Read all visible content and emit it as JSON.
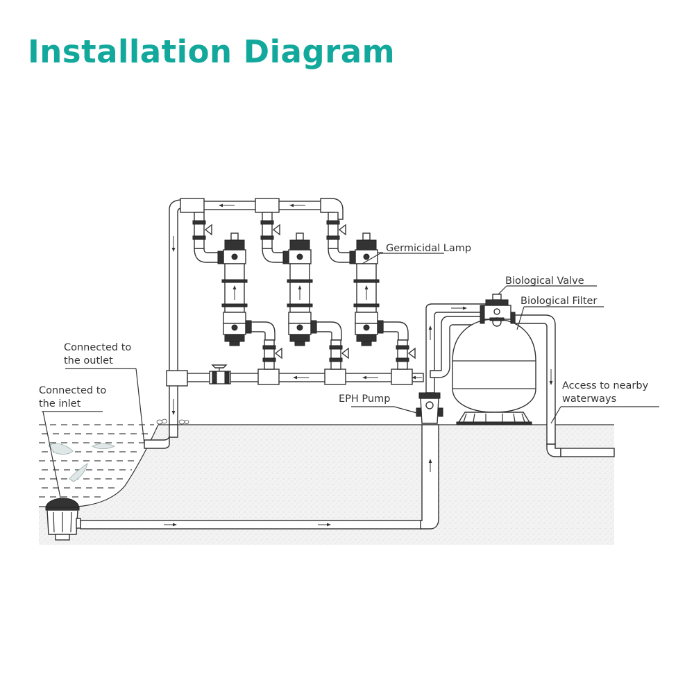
{
  "title": "Installation Diagram",
  "colors": {
    "title": "#12a89b",
    "line": "#333333",
    "ground": "#f0f0f0"
  },
  "labels": {
    "germicidal_lamp": "Germicidal Lamp",
    "biological_valve": "Biological Valve",
    "biological_filter": "Biological Filter",
    "access_line1": "Access to nearby",
    "access_line2": "waterways",
    "outlet_line1": "Connected to",
    "outlet_line2": "the outlet",
    "inlet_line1": "Connected to",
    "inlet_line2": "the inlet",
    "pump": "EPH Pump"
  },
  "components": [
    {
      "name": "germicidal-lamp",
      "count": 3
    },
    {
      "name": "ball-valve",
      "count": 7
    },
    {
      "name": "biological-filter",
      "count": 1
    },
    {
      "name": "biological-valve",
      "count": 1
    },
    {
      "name": "eph-pump",
      "count": 1
    },
    {
      "name": "bottom-drain",
      "count": 1
    }
  ],
  "icons": {
    "flow_arrow": "arrow-icon",
    "fish": "fish-icon",
    "pebbles": "pebbles-icon"
  }
}
